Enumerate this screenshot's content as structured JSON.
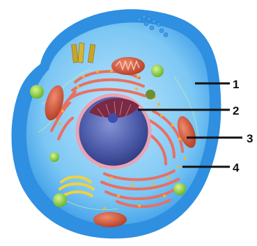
{
  "diagram": {
    "subject": "animal-cell",
    "callouts": [
      {
        "number": "1",
        "target": "cytoplasm"
      },
      {
        "number": "2",
        "target": "nucleus"
      },
      {
        "number": "3",
        "target": "mitochondrion"
      },
      {
        "number": "4",
        "target": "rough-endoplasmic-reticulum"
      }
    ]
  },
  "colors": {
    "membrane": "#2f8fe0",
    "cytoplasm": "#7cc7f4",
    "nucleus": "#4b5aa8",
    "reticulum": "#e96f62",
    "mitochondrion": "#c94a30",
    "vesicle": "#8fd14a",
    "golgi": "#f1d23c",
    "ribosome": "#f5b431"
  }
}
